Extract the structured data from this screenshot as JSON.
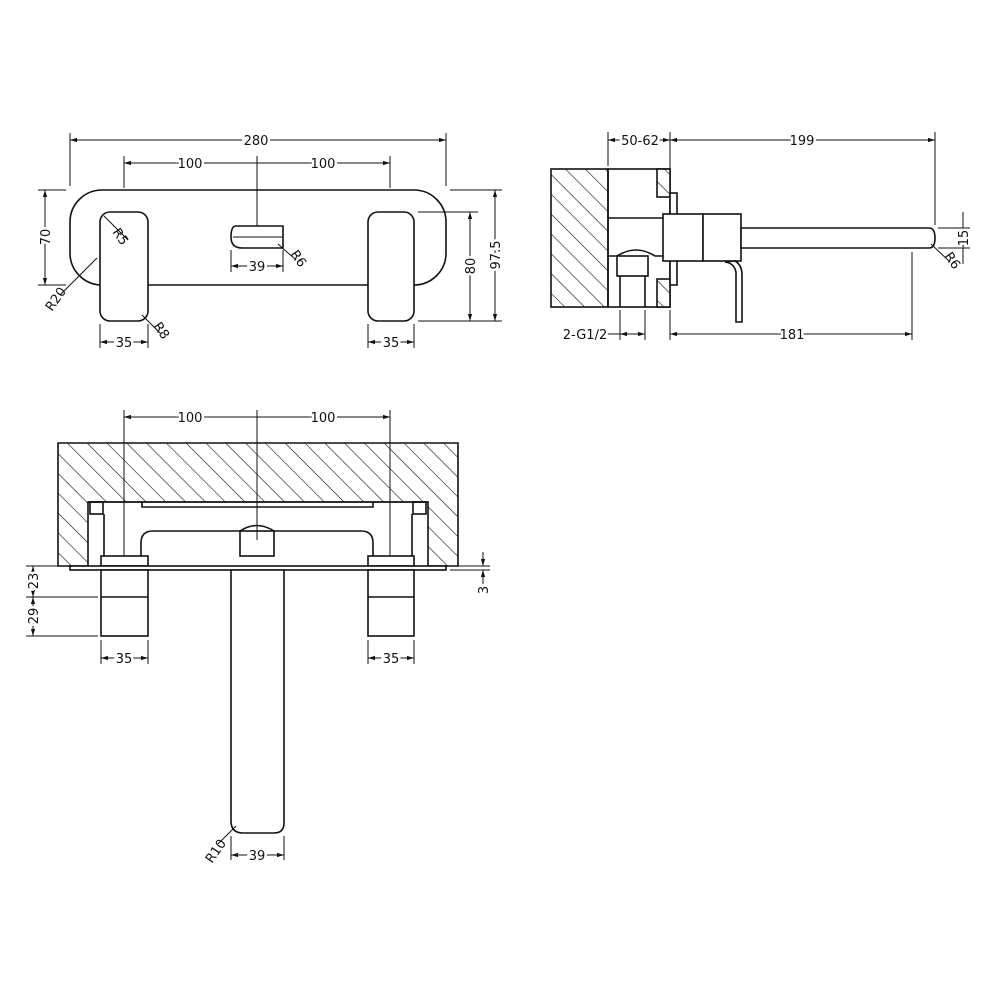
{
  "front_view": {
    "overall_width": "280",
    "handle_offset_left": "100",
    "handle_offset_right": "100",
    "plate_height": "70",
    "radius_handle_top": "R5",
    "radius_plate": "R20",
    "radius_spout": "R6",
    "spout_width": "39",
    "radius_handle_bottom": "R8",
    "handle_width_left": "35",
    "handle_width_right": "35",
    "handle_height": "80",
    "overall_height": "97.5"
  },
  "side_view": {
    "wall_depth": "50-62",
    "spout_projection": "199",
    "spout_thickness": "15",
    "radius_spout_tip": "R6",
    "inlet_thread": "2-G1/2",
    "spout_length": "181"
  },
  "top_view": {
    "handle_offset_left": "100",
    "handle_offset_right": "100",
    "handle_upper_height": "23",
    "handle_lower_height": "29",
    "plate_thickness": "3",
    "handle_width_left": "35",
    "handle_width_right": "35",
    "radius_spout_end": "R10",
    "spout_width": "39"
  }
}
